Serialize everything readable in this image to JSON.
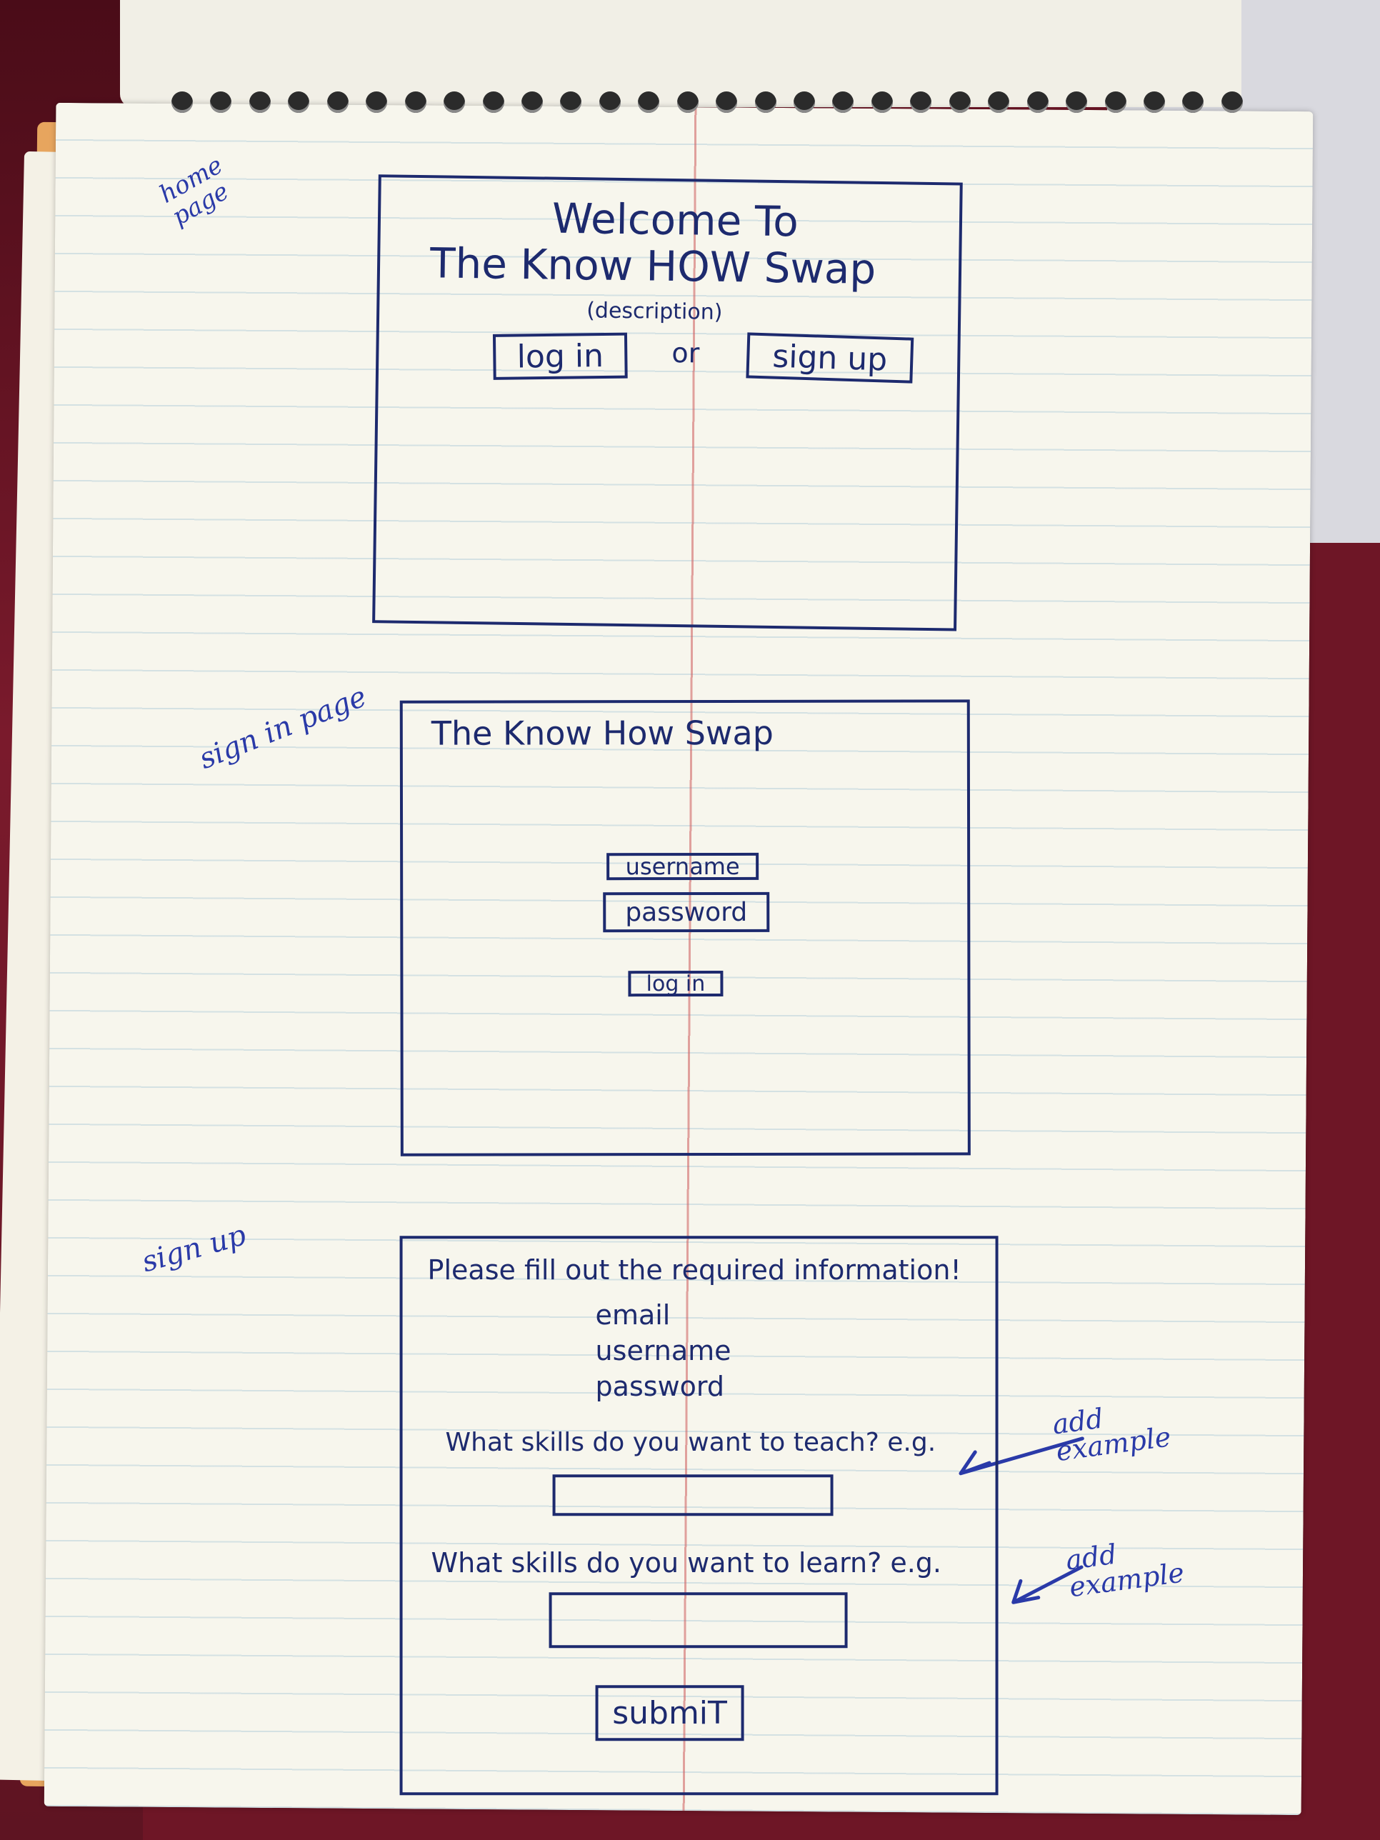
{
  "side_notes": {
    "home": "home page",
    "signin": "sign in page",
    "signup": "sign up",
    "add_example_1": "add example",
    "add_example_2": "add example"
  },
  "home_page": {
    "welcome": "Welcome To",
    "title": "The Know HOW Swap",
    "description": "(description)",
    "login_button": "log in",
    "or_text": "or",
    "signup_button": "sign up"
  },
  "signin_page": {
    "title": "The Know How Swap",
    "username_field": "username",
    "password_field": "password",
    "login_button": "log in"
  },
  "signup_page": {
    "instructions": "Please fill out the required information!",
    "fields": [
      "email",
      "username",
      "password"
    ],
    "teach_question": "What skills do you want to teach? e.g.",
    "learn_question": "What skills do you want to learn? e.g.",
    "submit_button": "submiT"
  }
}
